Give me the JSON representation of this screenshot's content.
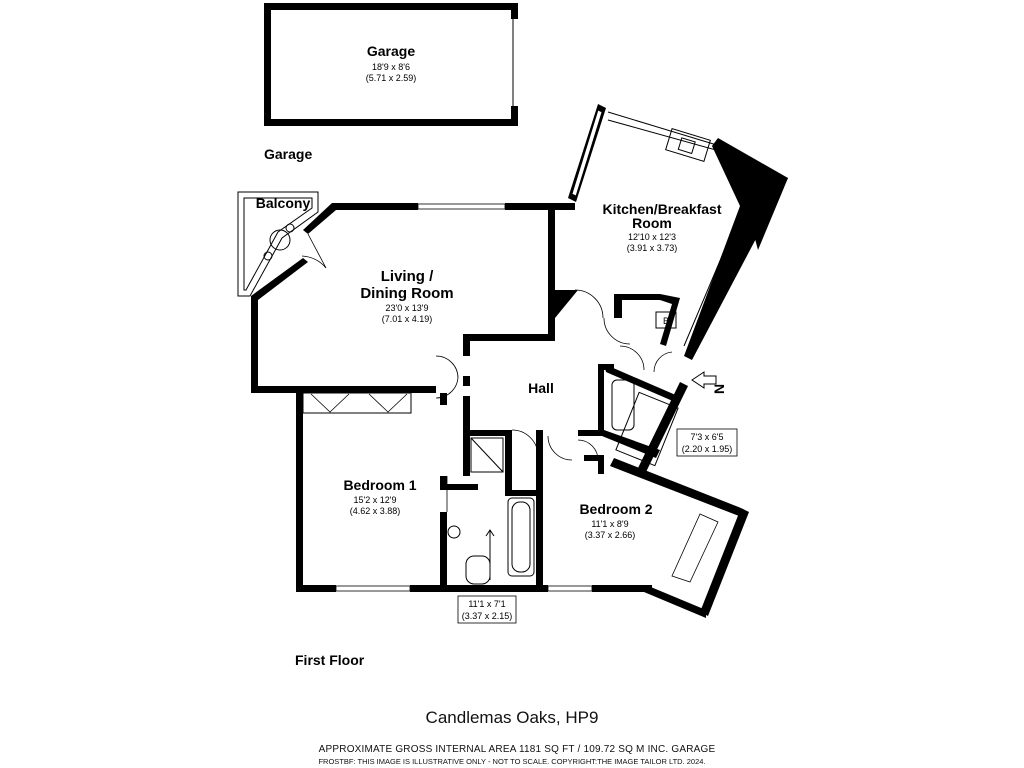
{
  "property": {
    "title": "Candlemas Oaks, HP9",
    "area_note": "APPROXIMATE GROSS INTERNAL AREA 1181 SQ FT / 109.72 SQ M INC. GARAGE",
    "copyright": "FROSTBF: THIS IMAGE IS ILLUSTRATIVE ONLY - NOT TO SCALE. COPYRIGHT:THE IMAGE TAILOR LTD. 2024."
  },
  "sections": {
    "garage_heading": "Garage",
    "floor_heading": "First Floor"
  },
  "rooms": {
    "garage": {
      "name": "Garage",
      "imperial": "18'9 x 8'6",
      "metric": "(5.71 x 2.59)"
    },
    "balcony": {
      "name": "Balcony"
    },
    "living": {
      "name_line1": "Living /",
      "name_line2": "Dining Room",
      "imperial": "23'0 x 13'9",
      "metric": "(7.01 x 4.19)"
    },
    "kitchen": {
      "name_line1": "Kitchen/Breakfast",
      "name_line2": "Room",
      "imperial": "12'10 x 12'3",
      "metric": "(3.91 x 3.73)"
    },
    "hall": {
      "name": "Hall"
    },
    "bedroom1": {
      "name": "Bedroom 1",
      "imperial": "15'2 x 12'9",
      "metric": "(4.62 x 3.88)"
    },
    "bedroom2": {
      "name": "Bedroom 2",
      "imperial": "11'1 x 8'9",
      "metric": "(3.37 x 2.66)"
    },
    "bathroom": {
      "imperial": "11'1 x 7'1",
      "metric": "(3.37 x 2.15)"
    },
    "ensuite": {
      "imperial": "7'3 x 6'5",
      "metric": "(2.20 x 1.95)"
    }
  },
  "fixtures": {
    "boiler_label": "B",
    "north_label": "N"
  }
}
